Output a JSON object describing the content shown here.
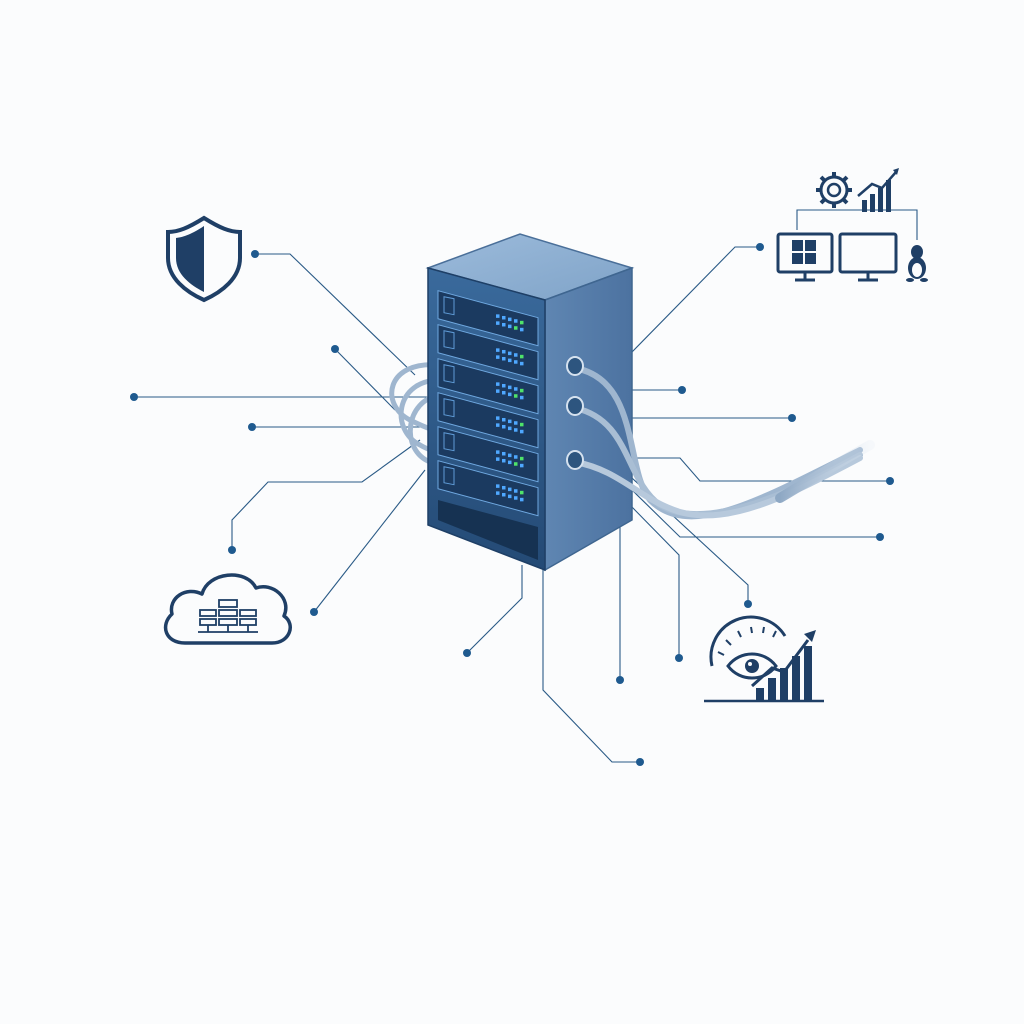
{
  "colors": {
    "background": "#fbfcfd",
    "icon_ink": "#1f3f66",
    "leader_line": "#2a5a86",
    "server_front": "#2d5a8a",
    "server_side": "#6b8fb8",
    "server_top": "#8fb0d2",
    "led_blue": "#4fa8ff",
    "led_green": "#4fe36a",
    "cable": "#9fb6cf"
  },
  "diagram": {
    "center": {
      "name": "server-rack",
      "icon": "server-rack-icon",
      "units": 6
    },
    "icons": [
      {
        "name": "security-shield",
        "icon": "shield-icon"
      },
      {
        "name": "cloud-network",
        "icon": "cloud-server-icon"
      },
      {
        "name": "os-management",
        "icon": "monitors-gear-chart-icon"
      },
      {
        "name": "monitoring-analytics",
        "icon": "eye-gauge-chart-icon"
      }
    ]
  }
}
